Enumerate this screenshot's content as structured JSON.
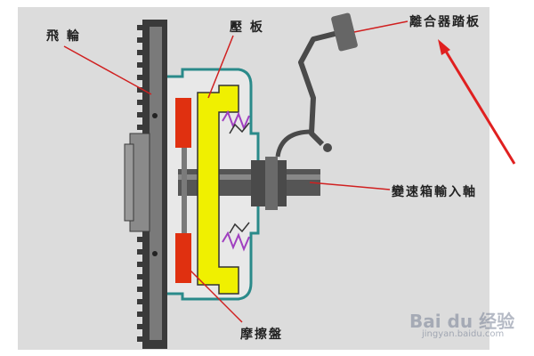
{
  "labels": {
    "flywheel": "飛 輪",
    "pressure_plate": "壓 板",
    "clutch_pedal": "離合器踏板",
    "gearbox_input_shaft": "變速箱輸入軸",
    "friction_disc": "摩擦盤"
  },
  "watermark": {
    "brand": "Bai du 经验",
    "domain": "jingyan.baidu.com"
  },
  "colors": {
    "background": "#dcdcdc",
    "flywheel": "#3a3a3a",
    "pressure_plate": "#f0f000",
    "friction_disc": "#e03010",
    "housing": "#2a8a8a",
    "shaft": "#555555",
    "spring": "#a040c0",
    "leader_line": "#d02020",
    "arrow": "#e02020"
  }
}
